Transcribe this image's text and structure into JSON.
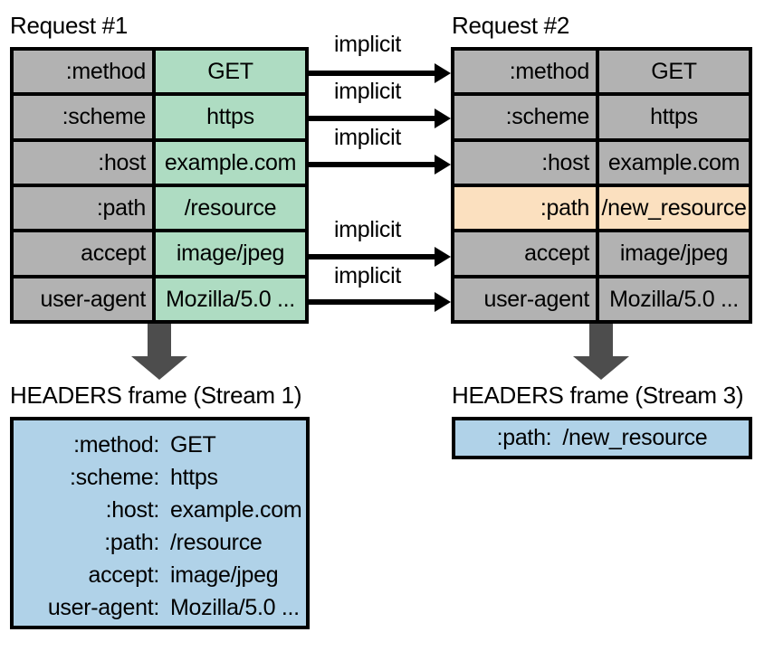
{
  "diagram": {
    "title_request_1": "Request #1",
    "title_request_2": "Request #2",
    "title_headers_1": "HEADERS frame (Stream 1)",
    "title_headers_2": "HEADERS frame (Stream 3)",
    "implicit_label": "implicit",
    "colors": {
      "gray": "#b2b2b2",
      "green": "#aedcc2",
      "orange": "#fbe0bf",
      "blue": "#b0d2e8",
      "arrow_gray": "#4d4d4d",
      "border": "#000000"
    }
  },
  "request1": {
    "rows": [
      {
        "name": ":method",
        "value": "GET"
      },
      {
        "name": ":scheme",
        "value": "https"
      },
      {
        "name": ":host",
        "value": "example.com"
      },
      {
        "name": ":path",
        "value": "/resource"
      },
      {
        "name": "accept",
        "value": "image/jpeg"
      },
      {
        "name": "user-agent",
        "value": "Mozilla/5.0 ..."
      }
    ]
  },
  "request2": {
    "rows": [
      {
        "name": ":method",
        "value": "GET"
      },
      {
        "name": ":scheme",
        "value": "https"
      },
      {
        "name": ":host",
        "value": "example.com"
      },
      {
        "name": ":path",
        "value": "/new_resource"
      },
      {
        "name": "accept",
        "value": "image/jpeg"
      },
      {
        "name": "user-agent",
        "value": "Mozilla/5.0 ..."
      }
    ]
  },
  "implicit_arrows": [
    {
      "label": "implicit"
    },
    {
      "label": "implicit"
    },
    {
      "label": "implicit"
    },
    {
      "label": "implicit"
    },
    {
      "label": "implicit"
    }
  ],
  "headers_frame_1": {
    "lines": [
      {
        "name": ":method:",
        "value": "GET"
      },
      {
        "name": ":scheme:",
        "value": "https"
      },
      {
        "name": ":host:",
        "value": "example.com"
      },
      {
        "name": ":path:",
        "value": "/resource"
      },
      {
        "name": "accept:",
        "value": "image/jpeg"
      },
      {
        "name": "user-agent:",
        "value": "Mozilla/5.0 ..."
      }
    ]
  },
  "headers_frame_2": {
    "lines": [
      {
        "name": ":path:",
        "value": "/new_resource"
      }
    ]
  }
}
